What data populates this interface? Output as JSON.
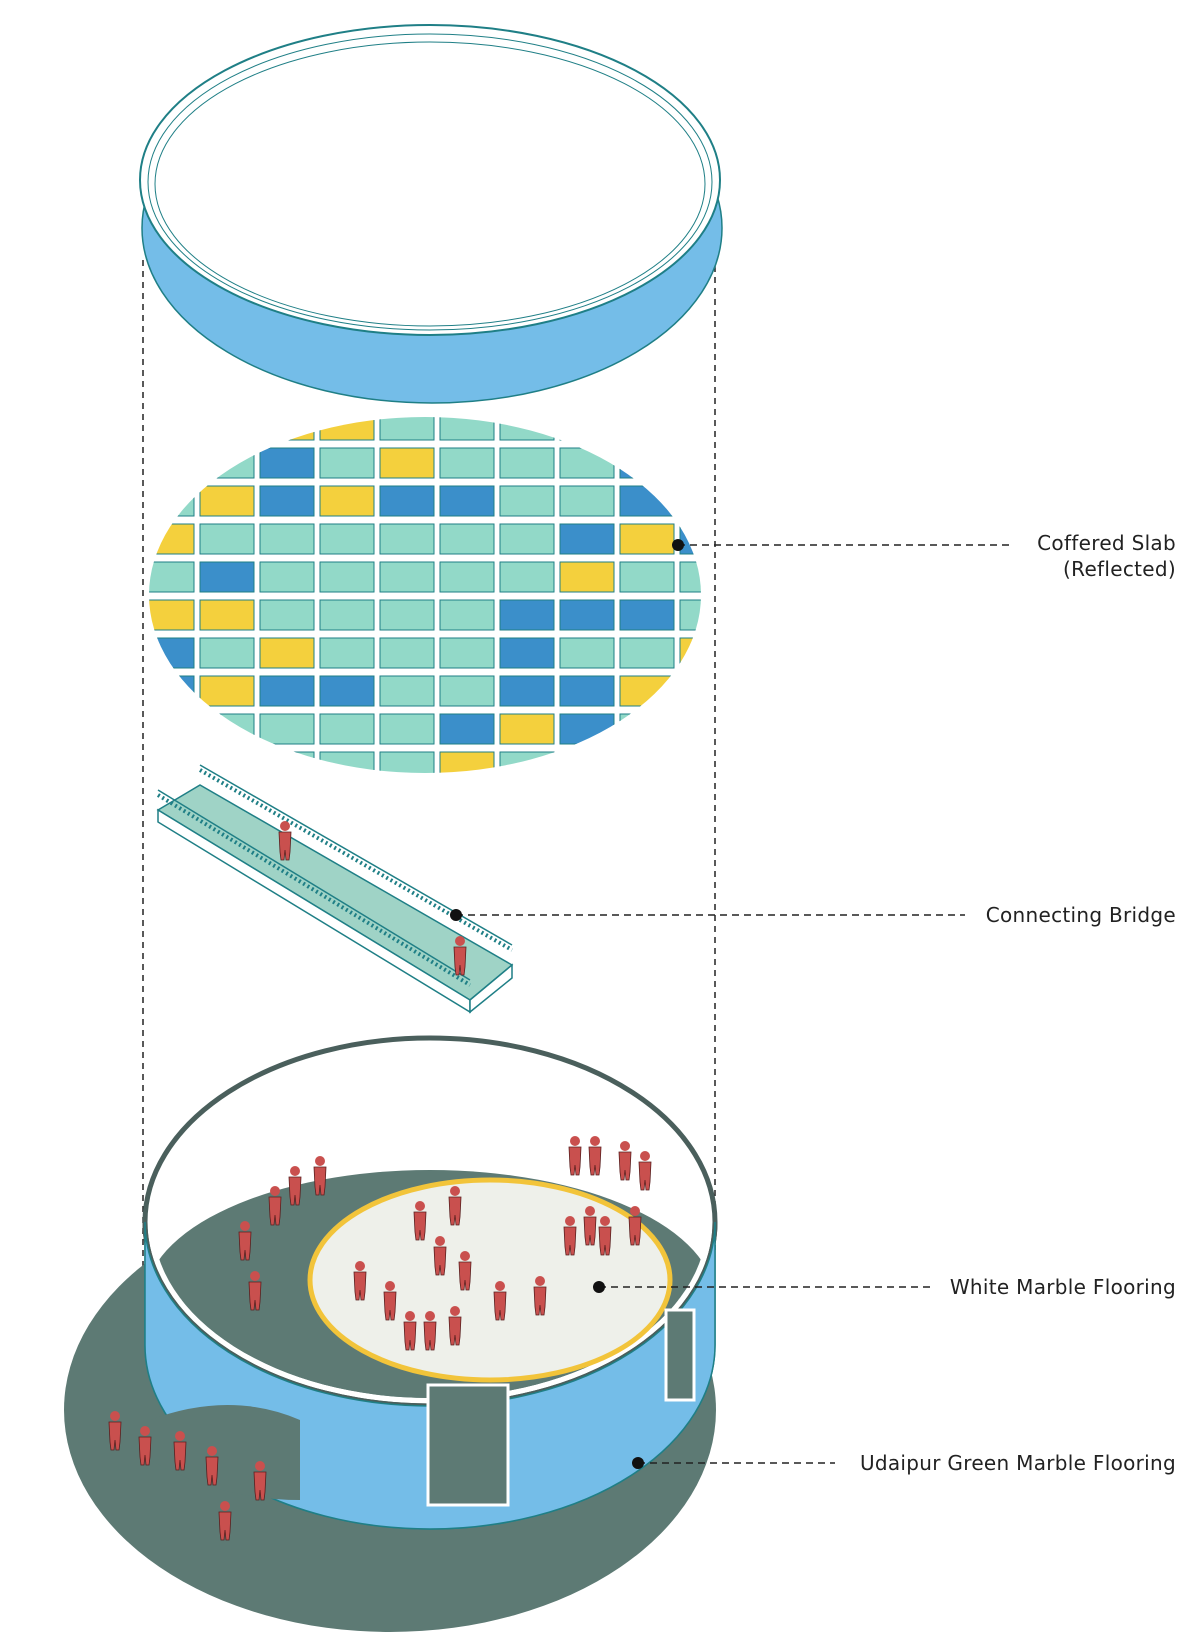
{
  "labels": {
    "coffered_slab": "Coffered Slab",
    "coffered_slab_note": "(Reflected)",
    "connecting_bridge": "Connecting Bridge",
    "white_marble": "White Marble Flooring",
    "green_marble": "Udaipur Green Marble Flooring"
  },
  "colors": {
    "wall_blue": "#74bde8",
    "coffer_teal": "#92d9c8",
    "coffer_blue": "#3b8fca",
    "coffer_yellow": "#f4d03d",
    "outline_teal": "#1f7f86",
    "green_marble": "#5d7a74",
    "white_marble": "#eef0ea",
    "yellow_border": "#f2c43a",
    "figure_red": "#c9504e"
  }
}
